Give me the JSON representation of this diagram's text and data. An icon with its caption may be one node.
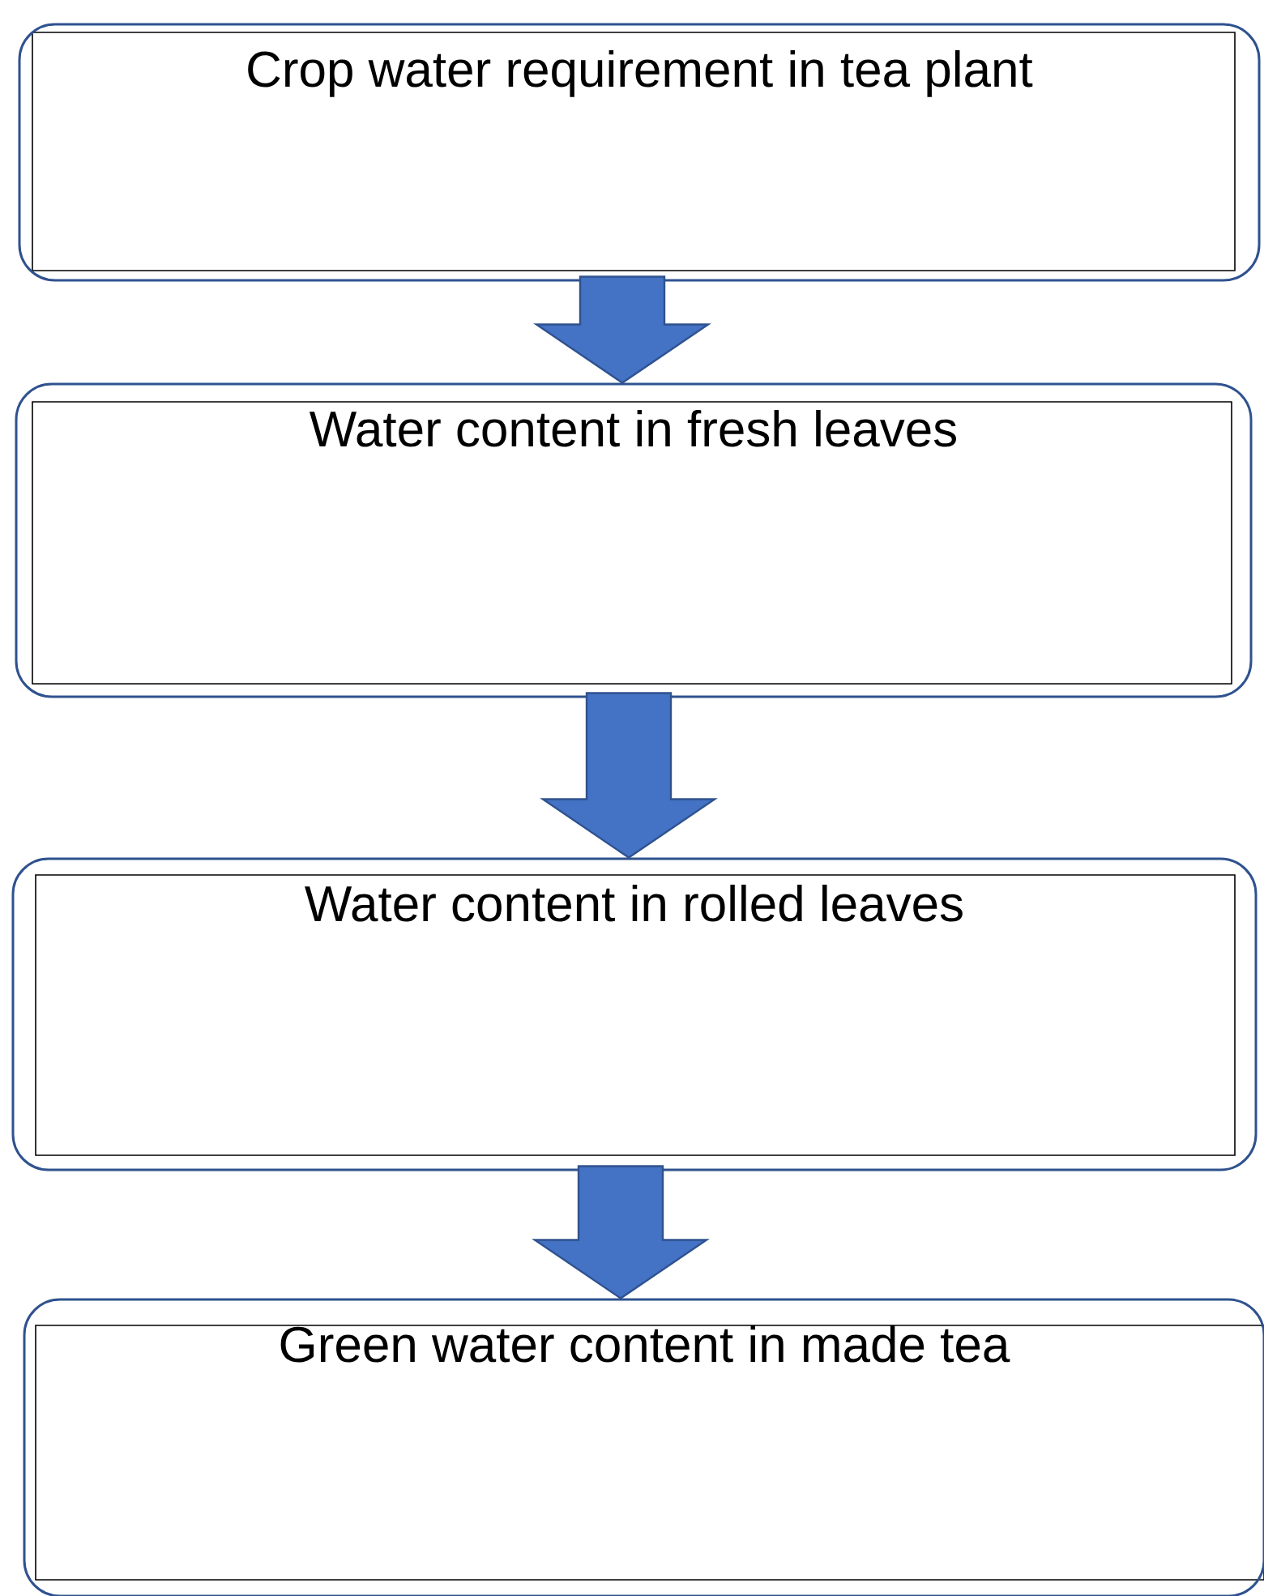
{
  "diagram": {
    "nodes": [
      {
        "text": [
          "Crop water requirement in tea plant"
        ]
      },
      {
        "text": [
          "Water content in fresh leaves"
        ]
      },
      {
        "text": [
          "Water content in rolled leaves"
        ]
      },
      {
        "text": [
          "Green water content in made tea"
        ]
      }
    ],
    "edges": [
      {
        "from": 0,
        "to": 1,
        "arrow": "to"
      },
      {
        "from": 1,
        "to": 2,
        "arrow": "to"
      },
      {
        "from": 2,
        "to": 3,
        "arrow": "to"
      }
    ]
  }
}
